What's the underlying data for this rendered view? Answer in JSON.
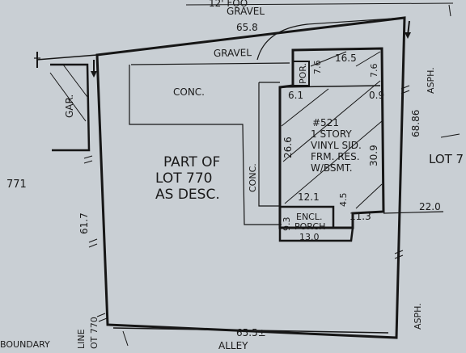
{
  "labels": {
    "top_partial": "12' FOO",
    "gravel_top": "GRAVEL",
    "front_width": "65.8",
    "gravel_drive": "GRAVEL",
    "conc_top": "CONC.",
    "garage": "GAR.",
    "lot_left": "771",
    "part_of_line1": "PART OF",
    "part_of_line2": "LOT 770",
    "part_of_line3": "AS DESC.",
    "conc_side": "CONC.",
    "left_depth": "61.7",
    "bottom_width": "65.5±",
    "boundary": "BOUNDARY",
    "line_lot_1": "LINE",
    "line_lot_2": "OT 770",
    "por": "POR.",
    "dim_7_6_left": "7.6",
    "dim_16_5": "16.5",
    "dim_7_6_right": "7.6",
    "dim_6_1": "6.1",
    "dim_0_9": "0.9",
    "house_number": "#521",
    "house_line2": "1 STORY",
    "house_line3": "VINYL SID.",
    "house_line4": "FRM. RES.",
    "house_line5": "W/BSMT.",
    "dim_26_6": "26.6",
    "dim_30_9": "30.9",
    "dim_12_1": "12.1",
    "dim_4_5": "4.5",
    "dim_11_3": "11.3",
    "porch_line1": "ENCL.",
    "porch_line2": "PORCH",
    "dim_9_3": "9.3",
    "dim_13_0": "13.0",
    "dim_22_0": "22.0",
    "right_depth": "68.86",
    "asph_top": "ASPH.",
    "asph_bottom": "ASPH.",
    "lot_right": "LOT 7",
    "bottom_partial": "ALLEY"
  },
  "icons": {
    "north_arrow_left": "arrow-marker-icon",
    "north_arrow_right": "arrow-marker-icon"
  },
  "colors": {
    "paper": "#c9cfd4",
    "ink": "#161616"
  }
}
